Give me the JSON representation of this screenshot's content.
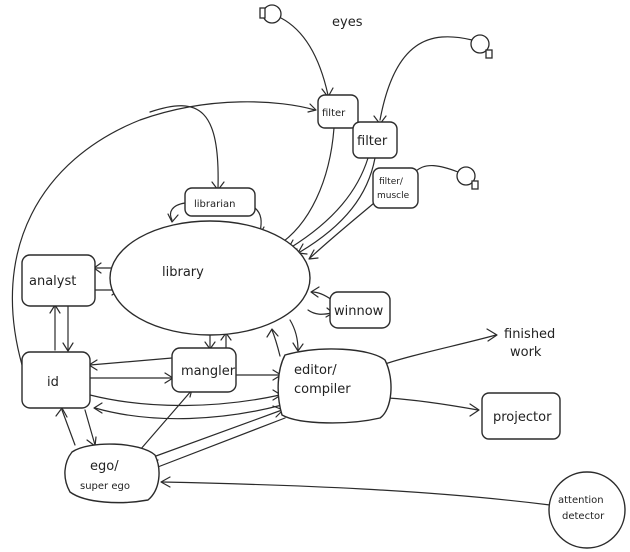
{
  "nodes": {
    "eyes": "eyes",
    "filter_left": "filter",
    "filter_right": "filter",
    "filter_muscle": [
      "filter/",
      "muscle"
    ],
    "librarian": "librarian",
    "library": "library",
    "analyst": "analyst",
    "winnow": "winnow",
    "id": "id",
    "mangler": "mangler",
    "editor_compiler": [
      "editor/",
      "compiler"
    ],
    "finished_work": [
      "finished",
      "work"
    ],
    "projector": "projector",
    "ego_superego": [
      "ego/",
      "super ego"
    ],
    "attention_detector": [
      "attention",
      "detector"
    ]
  },
  "icons": {
    "sensors": [
      "eye-sensor-icon",
      "eye-sensor-icon",
      "muscle-sensor-icon"
    ]
  },
  "colors": {
    "ink": "#2b2b2b",
    "paper": "#ffffff"
  }
}
